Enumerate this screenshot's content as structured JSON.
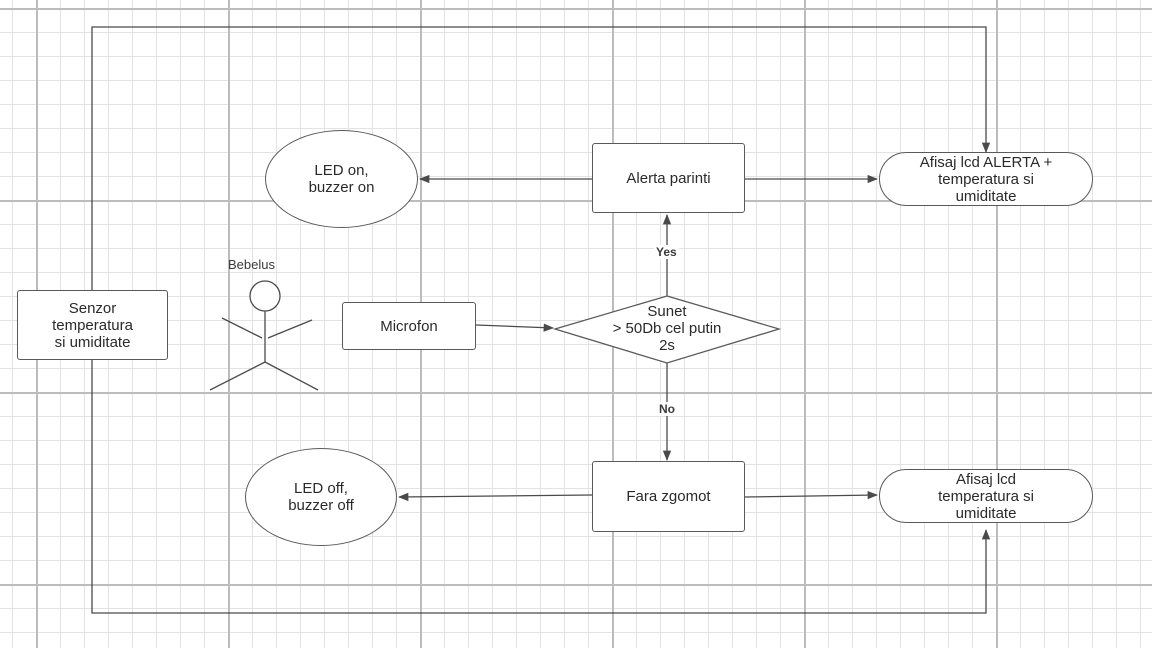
{
  "diagram": {
    "nodes": {
      "sensor": "Senzor\ntemperatura\nsi umiditate",
      "microphone": "Microfon",
      "decision": "Sunet\n> 50Db cel putin\n2s",
      "alert_parents": "Alerta parinti",
      "no_noise": "Fara zgomot",
      "led_on": "LED on,\nbuzzer on",
      "led_off": "LED off,\nbuzzer off",
      "display_alert": "Afisaj lcd ALERTA +\ntemperatura si\numiditate",
      "display_normal": "Afisaj lcd\ntemperatura si\numiditate"
    },
    "edge_labels": {
      "yes": "Yes",
      "no": "No"
    },
    "actor": {
      "label": "Bebelus"
    },
    "colors": {
      "line": "#4a4a4a",
      "border": "#5a5a5a",
      "grid_major": "#bcbcbc",
      "grid_minor": "#e3e3e3"
    }
  }
}
